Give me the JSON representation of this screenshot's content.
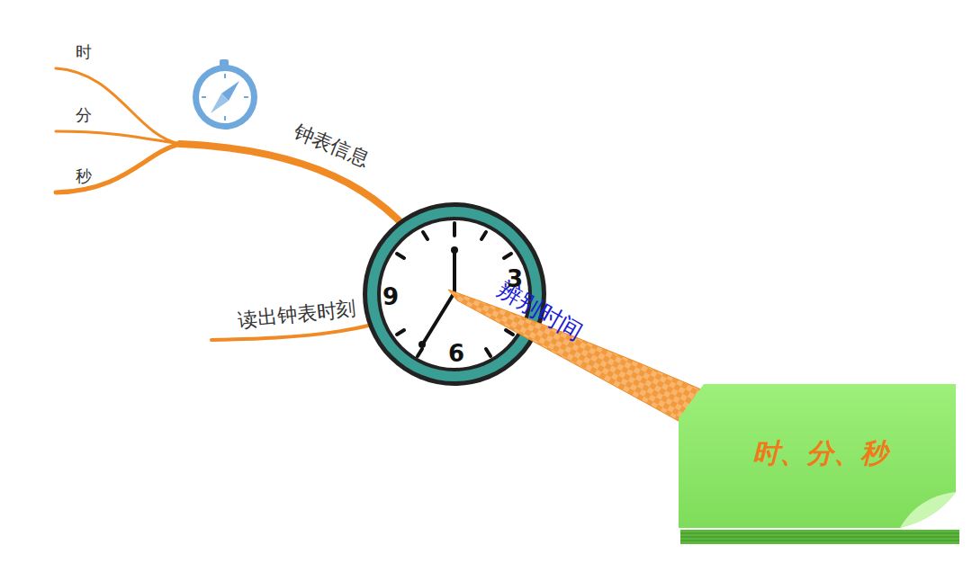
{
  "diagram": {
    "nodes": [
      {
        "text": [
          "时、分、秒"
        ]
      }
    ],
    "labels": [
      "钟表信息",
      "时",
      "分",
      "秒",
      "读出钟表时刻",
      "辨别时间",
      "3",
      "6",
      "9"
    ]
  }
}
